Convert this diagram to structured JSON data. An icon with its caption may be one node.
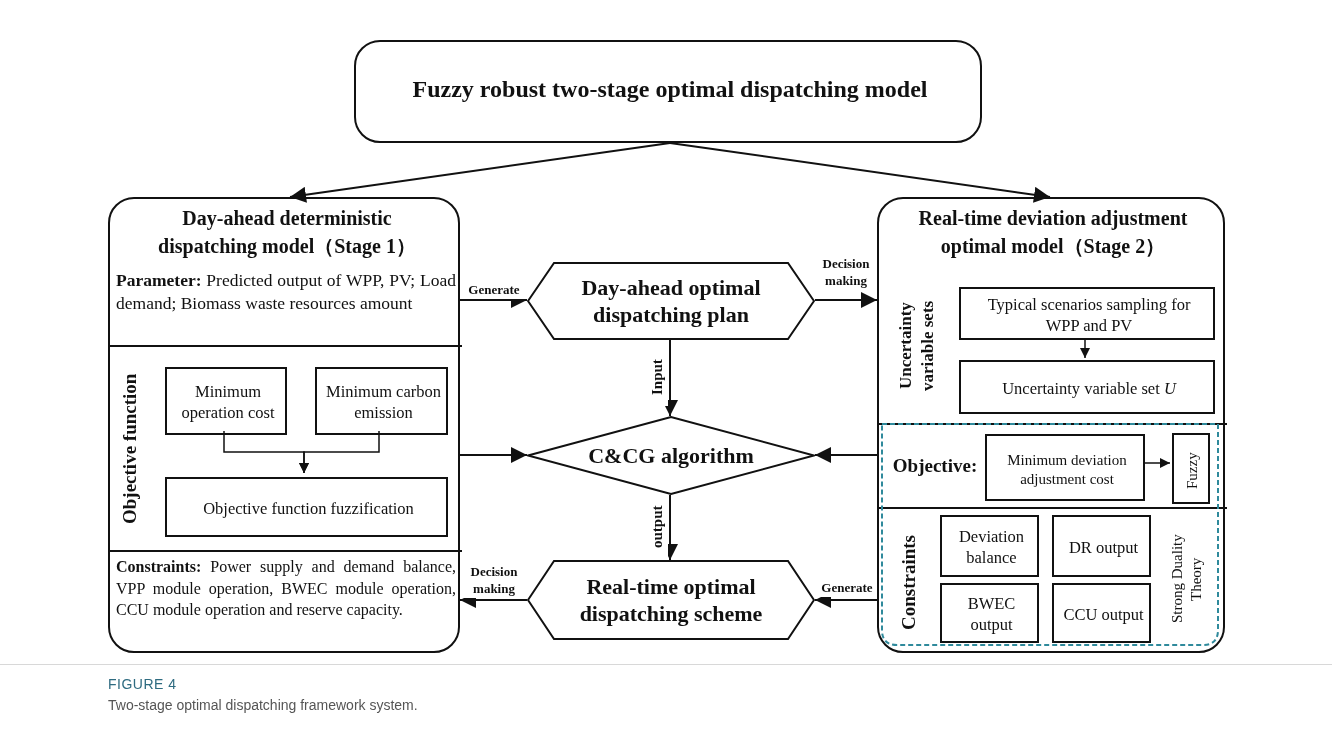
{
  "diagram": {
    "caption": "Two-stage optimal dispatching framework system.",
    "nodes": [
      {
        "text": [
          "Fuzzy robust two-stage optimal dispatching model"
        ]
      },
      {
        "text": [
          "Day-ahead deterministic dispatching model（Stage 1）",
          "**Parameter:** Predicted output of WPP, PV; Load demand; Biomass waste resources amount"
        ]
      },
      {
        "text": [
          "Objective function"
        ],
        "in": 1
      },
      {
        "text": [
          "Minimum operation cost"
        ],
        "in": 2
      },
      {
        "text": [
          "Minimum carbon emission"
        ],
        "in": 2
      },
      {
        "text": [
          "Objective function fuzzification"
        ],
        "in": 2
      },
      {
        "text": [
          "**Constraints:** Power supply and demand balance, VPP module operation, BWEC module operation, CCU module operation and reserve capacity."
        ],
        "in": 1
      },
      {
        "text": [
          "Real-time deviation adjustment optimal model（Stage 2）"
        ]
      },
      {
        "text": [
          "Uncertainty variable sets"
        ],
        "in": 7
      },
      {
        "text": [
          "Typical scenarios sampling for WPP and PV"
        ],
        "in": 8
      },
      {
        "text": [
          "Uncertainty variable set *U*"
        ],
        "in": 8
      },
      {
        "text": [
          "Objective:"
        ],
        "in": 7
      },
      {
        "text": [
          "Minimum deviation adjustment cost"
        ],
        "in": 11
      },
      {
        "text": [
          "Fuzzy"
        ],
        "in": 11
      },
      {
        "text": [
          "Constraints",
          "Strong Duality Theory"
        ],
        "in": 7
      },
      {
        "text": [
          "Deviation balance"
        ],
        "in": 14
      },
      {
        "text": [
          "DR output"
        ],
        "in": 14
      },
      {
        "text": [
          "BWEC output"
        ],
        "in": 14
      },
      {
        "text": [
          "CCU output"
        ],
        "in": 14
      },
      {
        "text": [
          "Day-ahead optimal dispatching plan"
        ]
      },
      {
        "text": [
          "C&CG algorithm"
        ]
      },
      {
        "text": [
          "Real-time optimal dispatching scheme"
        ]
      }
    ],
    "edges": [
      {
        "from": 0,
        "to": 1,
        "arrow": "to"
      },
      {
        "from": 0,
        "to": 7,
        "arrow": "to"
      },
      {
        "from": 1,
        "to": 19,
        "arrow": "to",
        "label": "Generate"
      },
      {
        "from": 19,
        "to": 7,
        "arrow": "to",
        "label": "Decision making"
      },
      {
        "from": 19,
        "to": 20,
        "arrow": "to",
        "label": "Input"
      },
      {
        "from": 1,
        "to": 20,
        "arrow": "to"
      },
      {
        "from": 7,
        "to": 20,
        "arrow": "to"
      },
      {
        "from": 20,
        "to": 21,
        "arrow": "to",
        "label": "output"
      },
      {
        "from": 7,
        "to": 21,
        "arrow": "to",
        "label": "Generate"
      },
      {
        "from": 21,
        "to": 1,
        "arrow": "to",
        "label": "Decision making"
      },
      {
        "from": 3,
        "to": 5,
        "arrow": "to"
      },
      {
        "from": 4,
        "to": 5,
        "arrow": "to"
      },
      {
        "from": 9,
        "to": 10,
        "arrow": "to"
      },
      {
        "from": 12,
        "to": 13,
        "arrow": "to"
      }
    ],
    "labels": [
      "FIGURE 4"
    ]
  }
}
